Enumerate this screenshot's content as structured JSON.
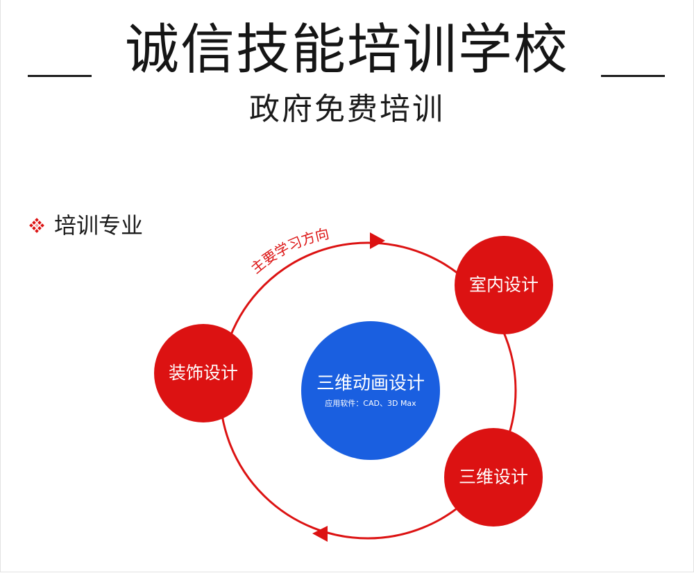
{
  "header": {
    "title": "诚信技能培训学校",
    "subtitle": "政府免费培训"
  },
  "section": {
    "label": "培训专业",
    "icon": "diamond-pattern-icon"
  },
  "diagram": {
    "arrow_label": "主要学习方向",
    "center": {
      "label": "三维动画设计",
      "note": "应用软件：CAD、3D Max"
    },
    "nodes": [
      {
        "label": "室内设计"
      },
      {
        "label": "装饰设计"
      },
      {
        "label": "三维设计"
      }
    ]
  },
  "colors": {
    "accent_red": "#dc1212",
    "center_blue": "#1a5fe0",
    "text_dark": "#1a1a1a"
  }
}
